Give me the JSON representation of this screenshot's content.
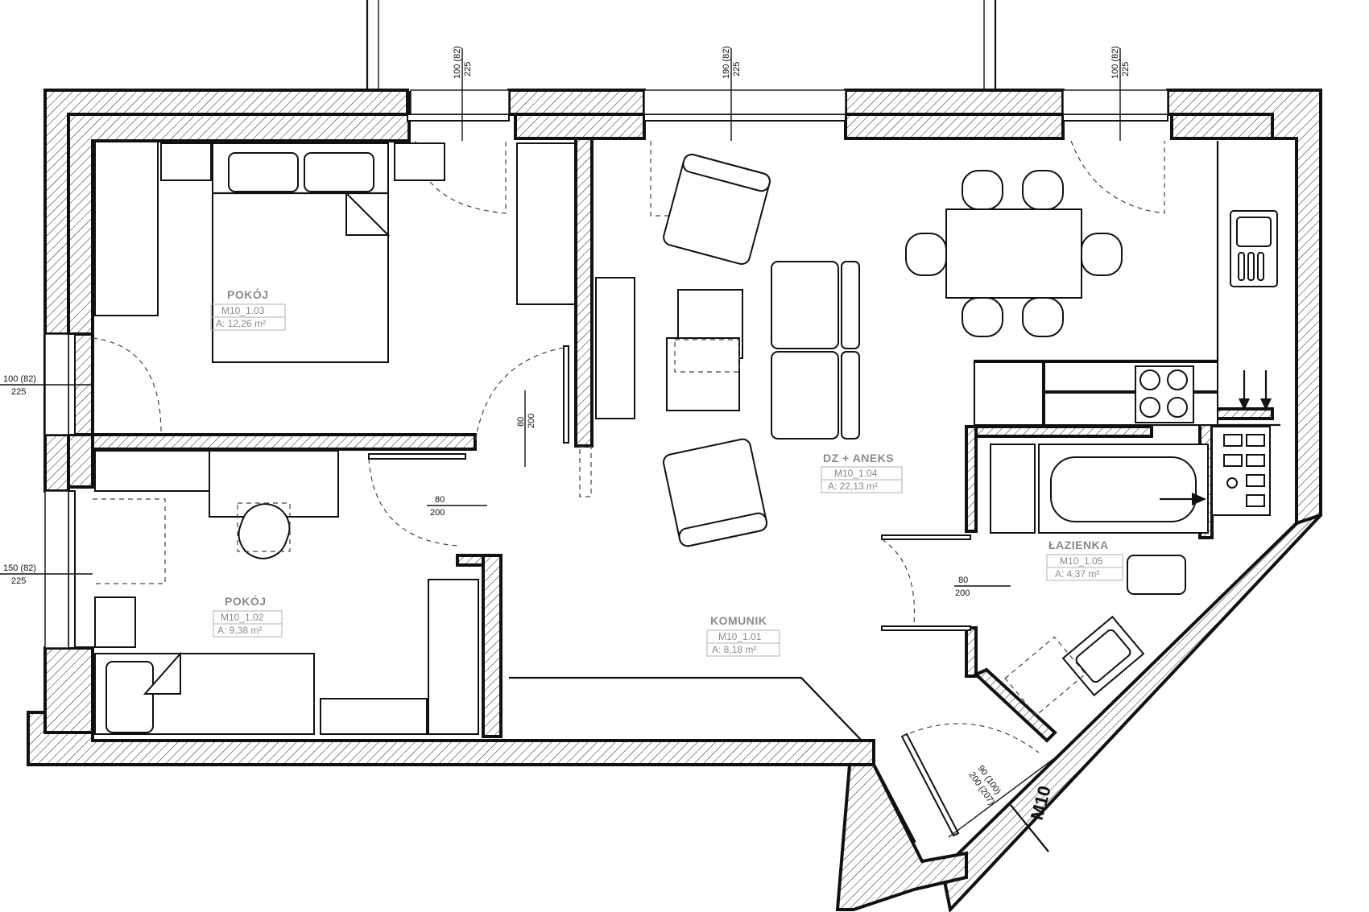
{
  "rooms": {
    "bedroom_large": {
      "name": "POKÓJ",
      "id": "M10_1.03",
      "area": "A: 12,26 m²"
    },
    "bedroom_small": {
      "name": "POKÓJ",
      "id": "M10_1.02",
      "area": "A: 9,38 m²"
    },
    "living": {
      "name": "DZ + ANEKS",
      "id": "M10_1.04",
      "area": "A: 22,13 m²"
    },
    "hall": {
      "name": "KOMUNIK",
      "id": "M10_1.01",
      "area": "A: 8,18 m²"
    },
    "bathroom": {
      "name": "ŁAZIENKA",
      "id": "M10_1.05",
      "area": "A: 4,37 m²"
    }
  },
  "windows": {
    "top_left": {
      "top": "100 (82)",
      "bottom": "225"
    },
    "top_mid": {
      "top": "190 (82)",
      "bottom": "225"
    },
    "top_right": {
      "top": "100 (82)",
      "bottom": "225"
    },
    "left_upper": {
      "top": "100 (82)",
      "bottom": "225"
    },
    "left_lower": {
      "top": "150 (82)",
      "bottom": "225"
    }
  },
  "doors": {
    "bedroom_large": {
      "top": "80",
      "bottom": "200"
    },
    "bedroom_small": {
      "top": "80",
      "bottom": "200"
    },
    "bathroom": {
      "top": "80",
      "bottom": "200"
    },
    "entrance": {
      "top": "90 (100)",
      "bottom": "200 (207)"
    }
  },
  "unit_mark": "M10"
}
